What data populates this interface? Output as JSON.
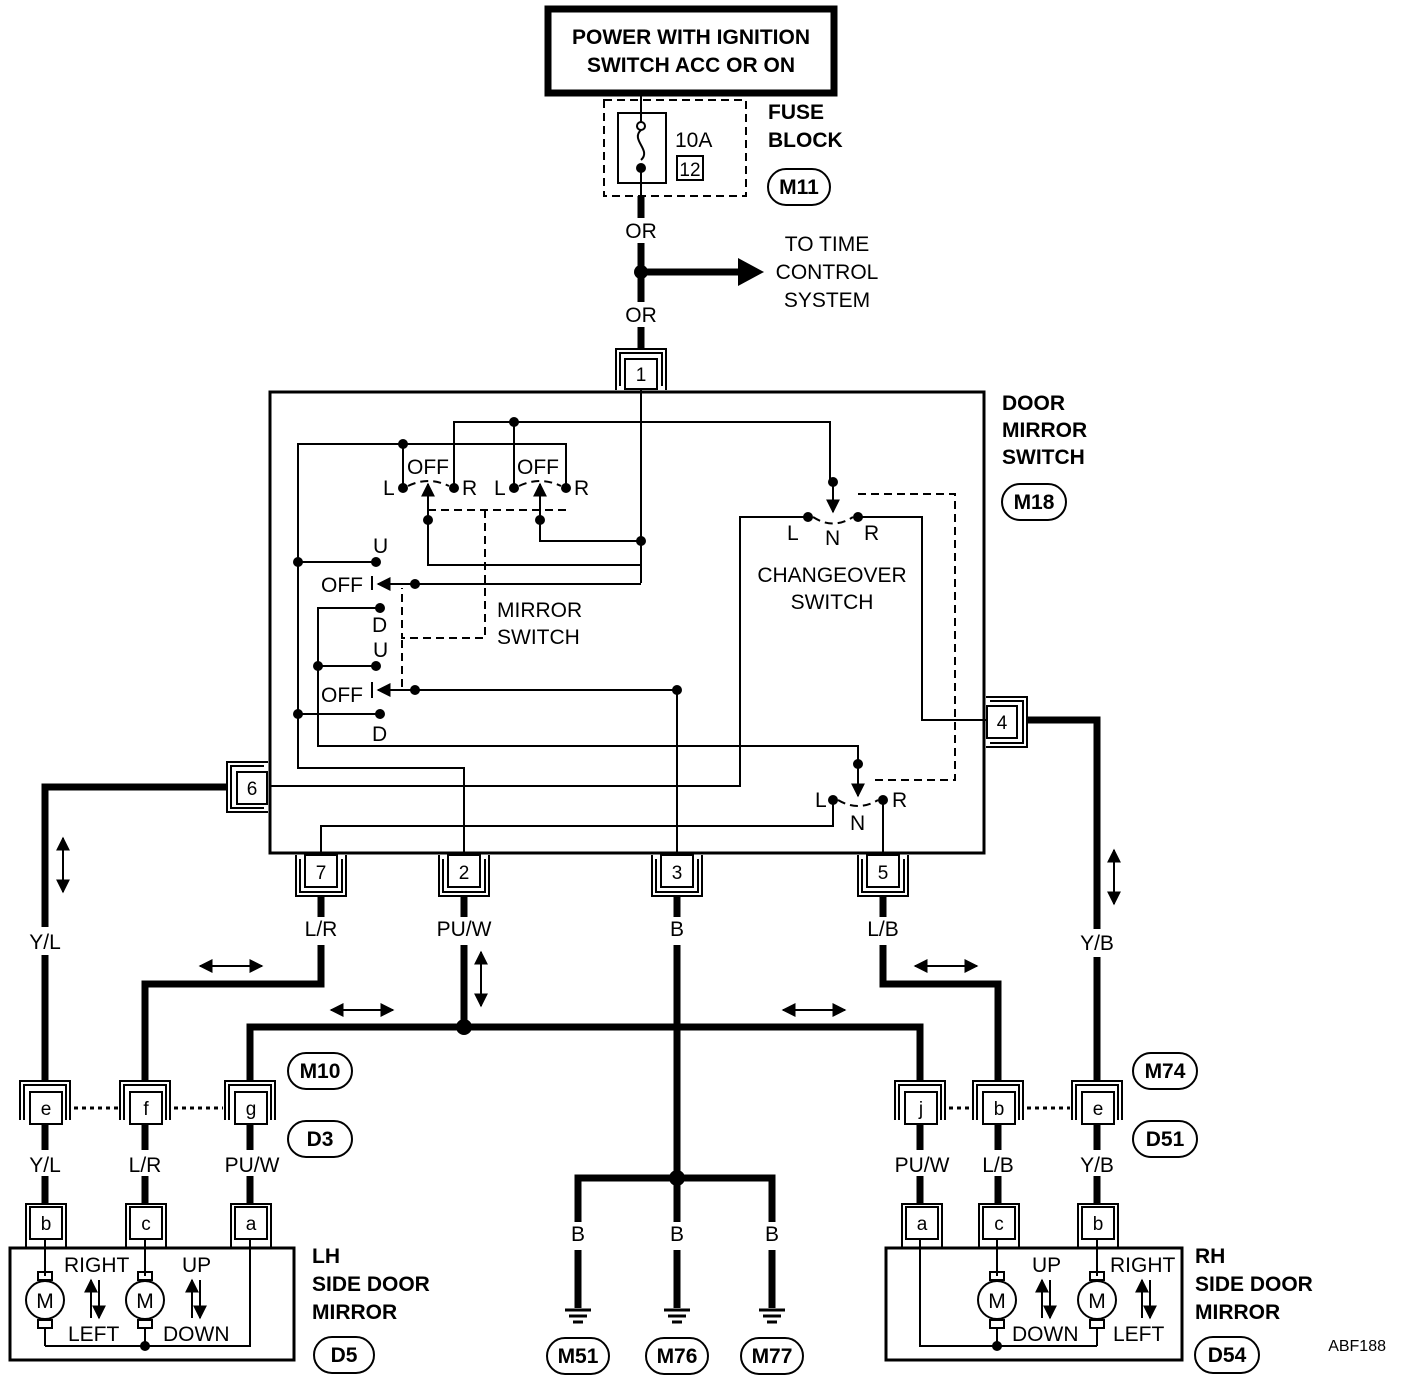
{
  "power_box": {
    "line1": "POWER WITH IGNITION",
    "line2": "SWITCH ACC OR ON"
  },
  "fuse": {
    "rating": "10A",
    "number": "12",
    "title1": "FUSE",
    "title2": "BLOCK",
    "connector": "M11"
  },
  "wires": {
    "or_top": "OR",
    "or_bottom": "OR"
  },
  "time_control": {
    "line1": "TO TIME",
    "line2": "CONTROL",
    "line3": "SYSTEM"
  },
  "switch": {
    "title1": "DOOR",
    "title2": "MIRROR",
    "title3": "SWITCH",
    "connector": "M18"
  },
  "switch_terminals": {
    "t1": "1",
    "t2": "2",
    "t3": "3",
    "t4": "4",
    "t5": "5",
    "t6": "6",
    "t7": "7"
  },
  "selector": {
    "left": "L",
    "right": "R",
    "off": "OFF"
  },
  "mirror_switch": {
    "line1": "MIRROR",
    "line2": "SWITCH",
    "up": "U",
    "down": "D",
    "off": "OFF"
  },
  "changeover": {
    "line1": "CHANGEOVER",
    "line2": "SWITCH",
    "left": "L",
    "neutral": "N",
    "right": "R"
  },
  "wire_colors": {
    "t6": "Y/L",
    "t7": "L/R",
    "t2": "PU/W",
    "t3": "B",
    "t5": "L/B",
    "t4": "Y/B",
    "lh_e": "Y/L",
    "lh_f": "L/R",
    "lh_g": "PU/W",
    "rh_j": "PU/W",
    "rh_b": "L/B",
    "rh_e": "Y/B",
    "gnd1": "B",
    "gnd2": "B",
    "gnd3": "B"
  },
  "lh_joint": {
    "pins": [
      "e",
      "f",
      "g"
    ],
    "conn_upper": "M10",
    "conn_lower": "D3"
  },
  "rh_joint": {
    "pins": [
      "j",
      "b",
      "e"
    ],
    "conn_upper": "M74",
    "conn_lower": "D51"
  },
  "lh_mirror": {
    "pins": [
      "b",
      "c",
      "a"
    ],
    "title1": "LH",
    "title2": "SIDE DOOR",
    "title3": "MIRROR",
    "connector": "D5",
    "motor": "M",
    "right": "RIGHT",
    "left": "LEFT",
    "up": "UP",
    "down": "DOWN"
  },
  "rh_mirror": {
    "pins": [
      "a",
      "c",
      "b"
    ],
    "title1": "RH",
    "title2": "SIDE DOOR",
    "title3": "MIRROR",
    "connector": "D54",
    "motor": "M",
    "up": "UP",
    "down": "DOWN",
    "right": "RIGHT",
    "left": "LEFT"
  },
  "grounds": [
    "M51",
    "M76",
    "M77"
  ],
  "code": "ABF188"
}
